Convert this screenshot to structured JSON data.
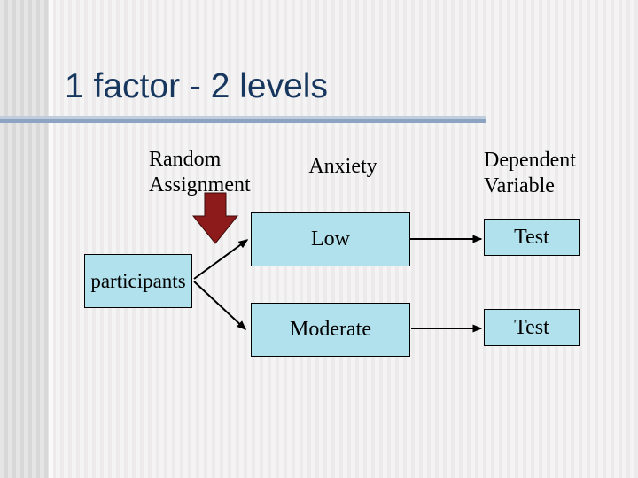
{
  "title": "1 factor - 2 levels",
  "labels": {
    "random_assignment": "Random Assignment",
    "anxiety": "Anxiety",
    "dependent_variable": "Dependent Variable"
  },
  "boxes": {
    "low": "Low",
    "moderate": "Moderate",
    "participants": "participants",
    "test_top": "Test",
    "test_bottom": "Test"
  },
  "icons": {
    "random_assignment_arrow": "down-block-arrow-icon"
  },
  "colors": {
    "title": "#17375e",
    "rule_light": "#bfcddd",
    "rule_dark": "#8ca3c1",
    "box_fill": "#b1e1ec",
    "box_border": "#000000",
    "arrow_red": "#8e1b1b",
    "arrow_red_outline": "#3a0a0a",
    "connector": "#000000"
  }
}
